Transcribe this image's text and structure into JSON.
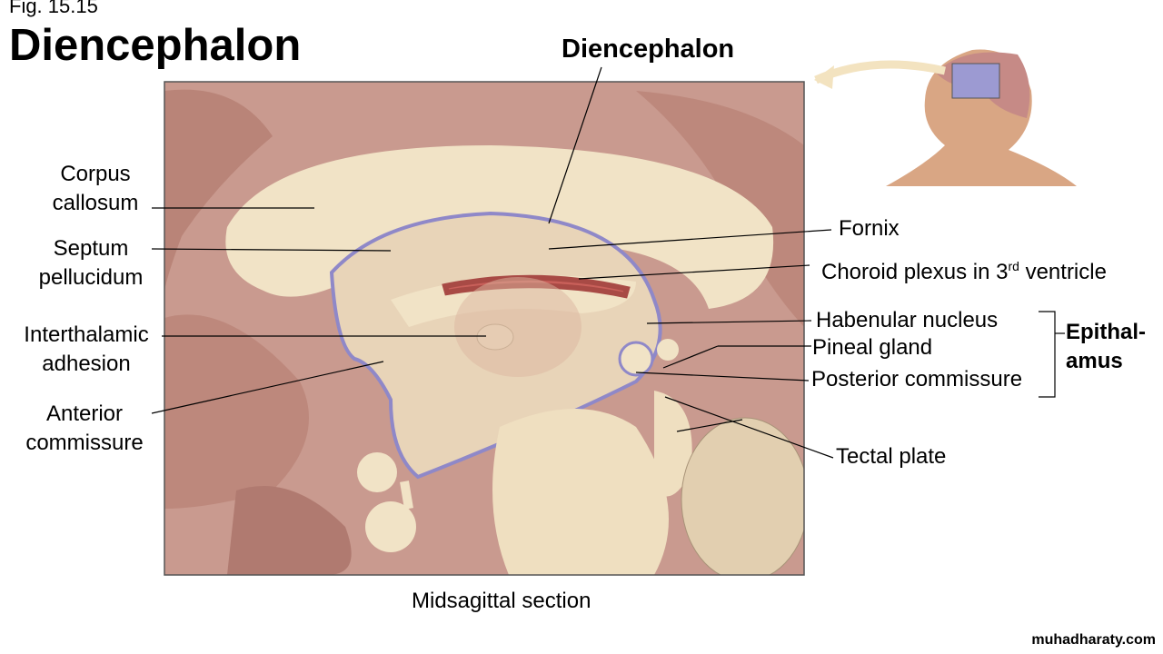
{
  "slide": {
    "figure_number": "Fig. 15.15",
    "title": "Diencephalon",
    "region_label": "Diencephalon",
    "caption": "Midsagittal section",
    "watermark": "muhadharaty.com"
  },
  "labels_left": [
    {
      "line1": "Corpus",
      "line2": "callosum"
    },
    {
      "line1": "Septum",
      "line2": "pellucidum"
    },
    {
      "line1": "Interthalamic",
      "line2": "adhesion"
    },
    {
      "line1": "Anterior",
      "line2": "commissure"
    }
  ],
  "labels_right": {
    "fornix": "Fornix",
    "choroid": "Choroid plexus in 3",
    "choroid_sup": "rd",
    "choroid_end": " ventricle",
    "habenular": "Habenular nucleus",
    "pineal": "Pineal gland",
    "posterior": "Posterior commissure",
    "tectal": "Tectal plate"
  },
  "group": {
    "line1": "Epithal-",
    "line2": "amus"
  },
  "colors": {
    "brain": "#c99a8f",
    "white_matter": "#f1e3c6",
    "ventricle_outline": "#8f88c8",
    "choroid": "#c9605a"
  }
}
